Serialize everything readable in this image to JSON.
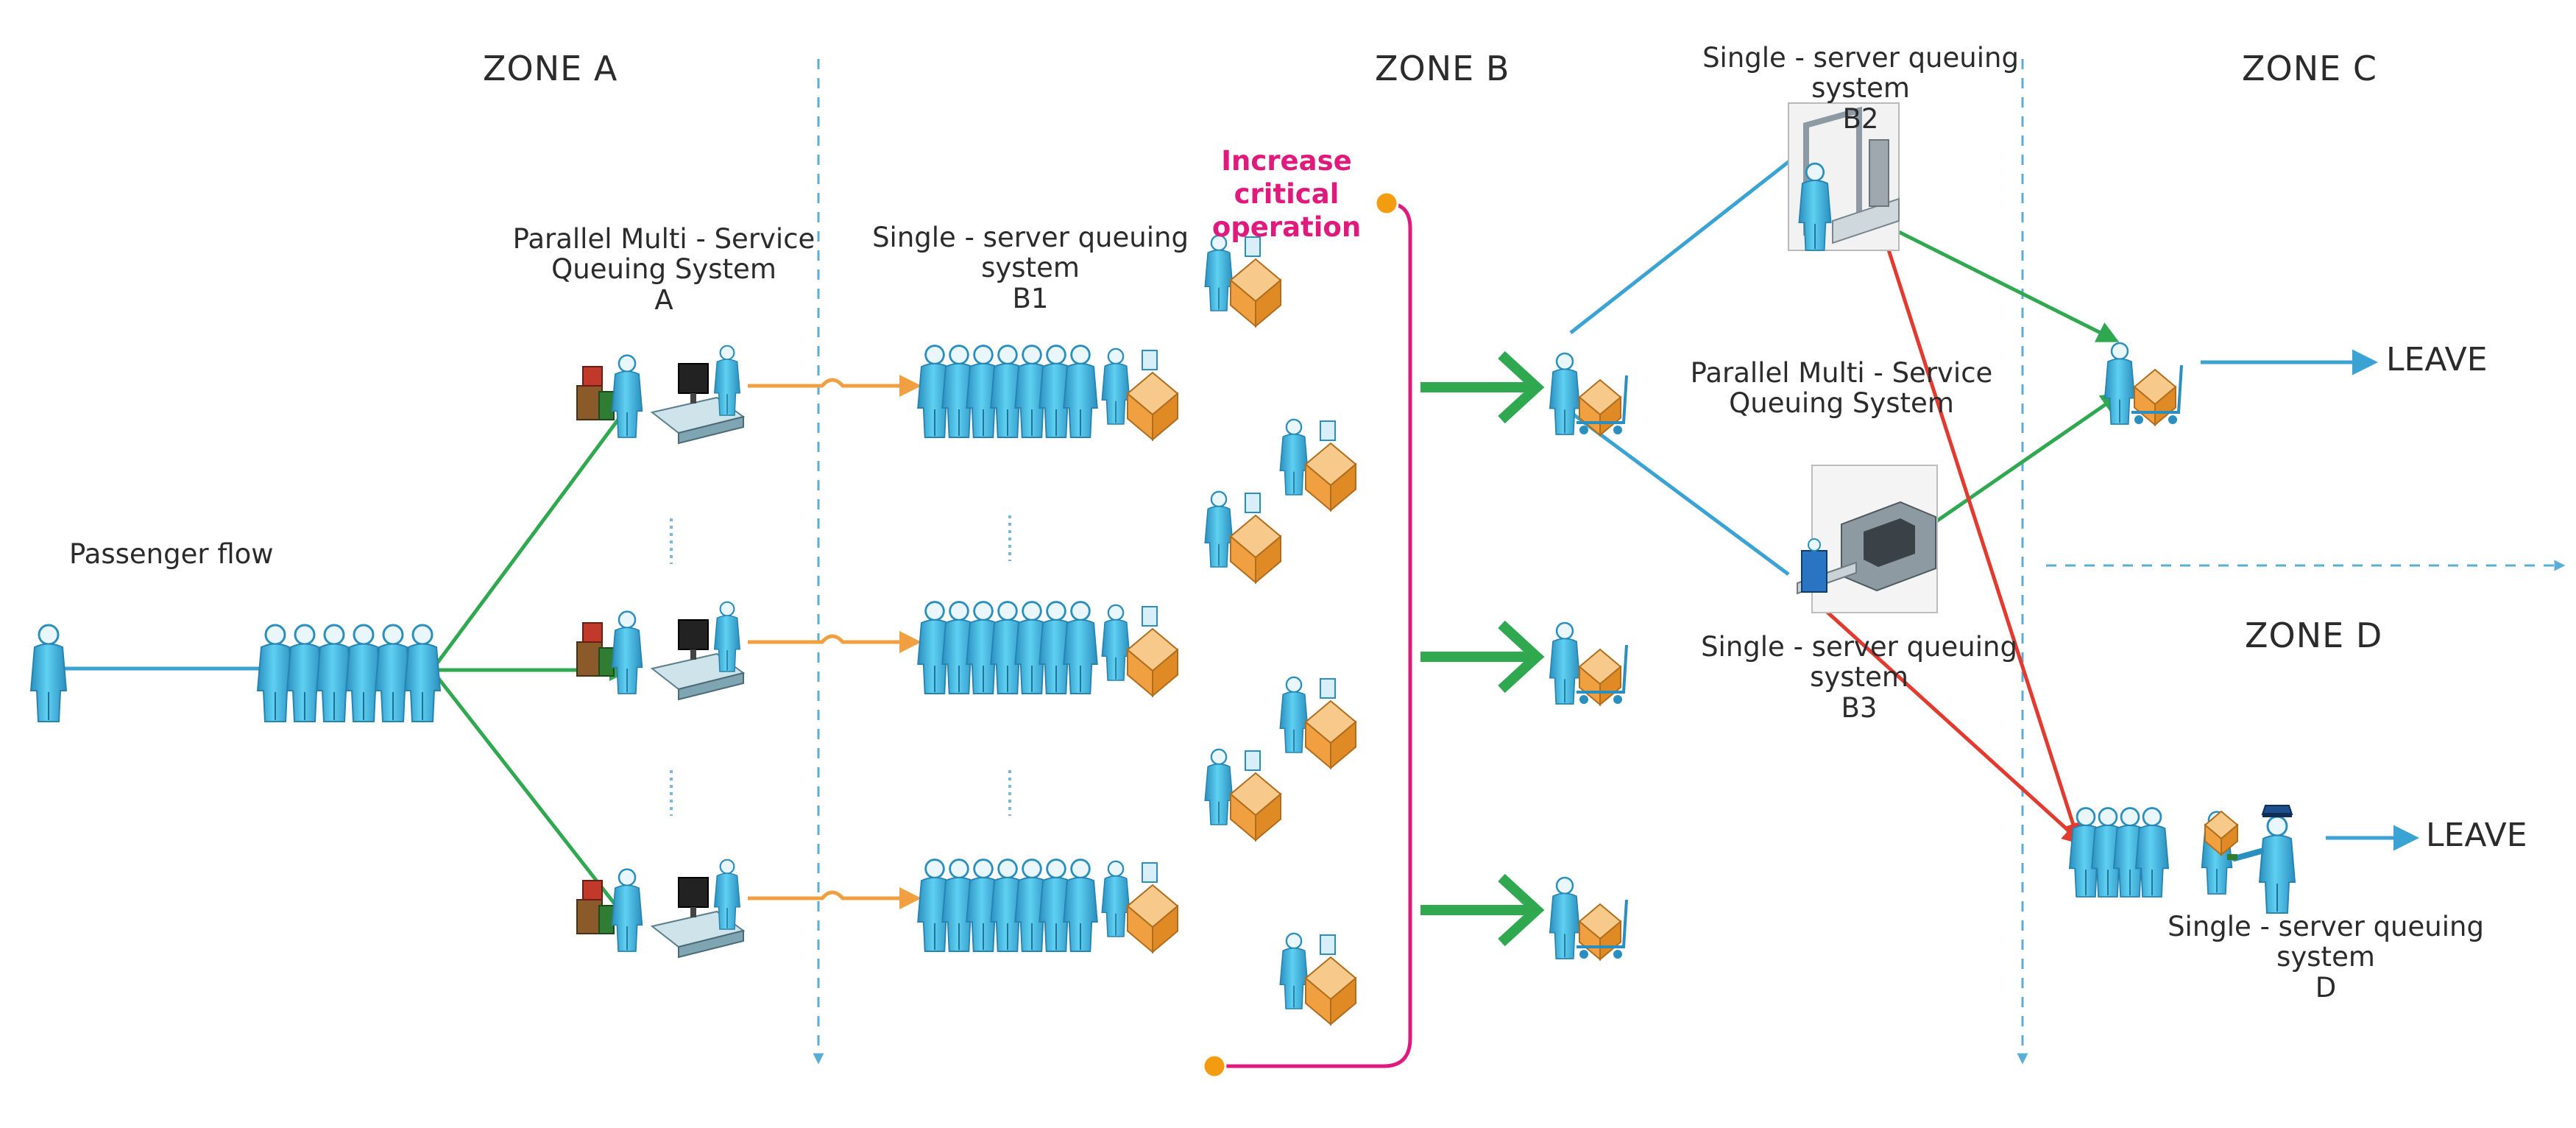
{
  "zones": {
    "a": "ZONE  A",
    "b": "ZONE  B",
    "c": "ZONE  C",
    "d": "ZONE  D"
  },
  "labels": {
    "passenger_flow": "Passenger flow",
    "system_a": [
      "Parallel Multi - Service",
      "Queuing System",
      "A"
    ],
    "system_b1": [
      "Single - server queuing",
      "system",
      "B1"
    ],
    "system_b2": [
      "Single - server queuing",
      "system",
      "B2"
    ],
    "system_b_parallel": [
      "Parallel Multi - Service",
      "Queuing System"
    ],
    "system_b3": [
      "Single - server queuing",
      "system",
      "B3"
    ],
    "system_d": [
      "Single - server queuing",
      "system",
      "D"
    ],
    "critical": [
      "Increase",
      "critical",
      "operation"
    ],
    "leave_c": "LEAVE",
    "leave_d": "LEAVE"
  },
  "icons": {
    "passenger": "person-icon",
    "queue": "queue-crowd-icon",
    "checkin": "checkin-counter-icon",
    "baggage_drop": "baggage-drop-icon",
    "cart": "luggage-cart-icon",
    "security_gate": "security-gate-icon",
    "xray": "xray-scanner-icon",
    "officer": "customs-officer-icon"
  },
  "colors": {
    "person": "#3fb4e0",
    "flow_blue": "#3aa3d4",
    "flow_green": "#2fa84f",
    "flow_orange": "#f0a040",
    "flow_red": "#e23a2e",
    "critical_pink": "#e0197d",
    "box_orange": "#f0a040",
    "zone_divider": "#5aaed6"
  }
}
